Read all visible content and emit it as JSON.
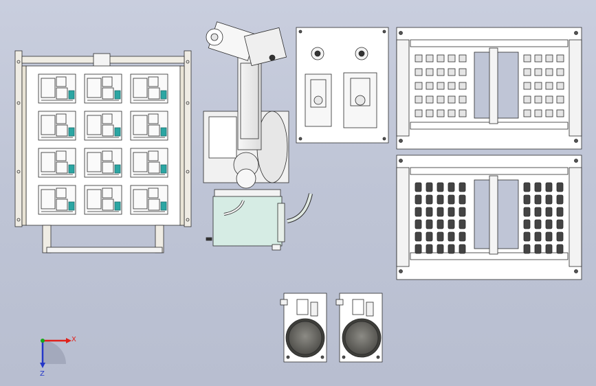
{
  "viewport": {
    "background_top": "#c9cede",
    "background_bottom": "#b8bed0"
  },
  "triad": {
    "x_label": "X",
    "z_label": "Z",
    "x_color": "#e0201a",
    "y_color": "#19a719",
    "z_color": "#2437c8"
  },
  "parts": [
    {
      "name": "fixture-rack",
      "kind": "rack",
      "slots": 12,
      "rows": 4,
      "cols": 3
    },
    {
      "name": "robot-arm",
      "kind": "robot"
    },
    {
      "name": "tool-panel",
      "kind": "panel"
    },
    {
      "name": "tray-upper",
      "kind": "tray"
    },
    {
      "name": "tray-lower",
      "kind": "tray"
    },
    {
      "name": "dial-unit-1",
      "kind": "dial"
    },
    {
      "name": "dial-unit-2",
      "kind": "dial"
    }
  ],
  "colors": {
    "line": "#2a2a2a",
    "panel_fill": "#ffffff",
    "frame_beige": "#e9e4d6",
    "accent_teal": "#2ba6a3",
    "glass_green": "#d6ece4",
    "dial_dark": "#5a5a55"
  }
}
